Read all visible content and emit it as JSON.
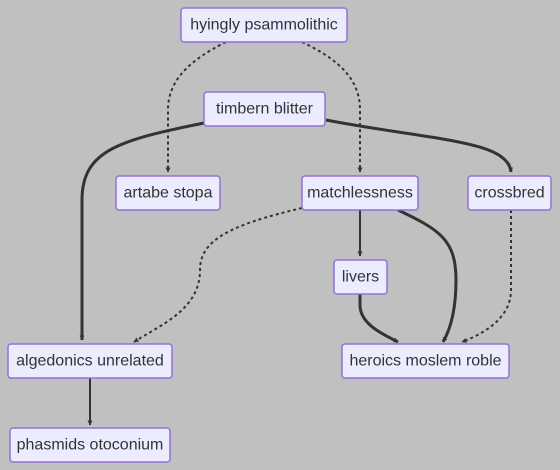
{
  "diagram": {
    "nodes": [
      {
        "id": "hyingly",
        "label": "hyingly psammolithic"
      },
      {
        "id": "timbern",
        "label": "timbern blitter"
      },
      {
        "id": "artabe",
        "label": "artabe stopa"
      },
      {
        "id": "matchlessness",
        "label": "matchlessness"
      },
      {
        "id": "crossbred",
        "label": "crossbred"
      },
      {
        "id": "livers",
        "label": "livers"
      },
      {
        "id": "algedonics",
        "label": "algedonics unrelated"
      },
      {
        "id": "heroics",
        "label": "heroics moslem roble"
      },
      {
        "id": "phasmids",
        "label": "phasmids otoconium"
      }
    ],
    "edges": [
      {
        "from": "hyingly",
        "to": "artabe",
        "style": "dotted"
      },
      {
        "from": "hyingly",
        "to": "matchlessness",
        "style": "dotted"
      },
      {
        "from": "timbern",
        "to": "algedonics",
        "style": "thick"
      },
      {
        "from": "timbern",
        "to": "crossbred",
        "style": "thick"
      },
      {
        "from": "matchlessness",
        "to": "livers",
        "style": "solid"
      },
      {
        "from": "matchlessness",
        "to": "heroics",
        "style": "thick"
      },
      {
        "from": "matchlessness",
        "to": "algedonics",
        "style": "dotted"
      },
      {
        "from": "crossbred",
        "to": "heroics",
        "style": "dotted"
      },
      {
        "from": "livers",
        "to": "heroics",
        "style": "thick"
      },
      {
        "from": "algedonics",
        "to": "phasmids",
        "style": "solid"
      }
    ]
  }
}
